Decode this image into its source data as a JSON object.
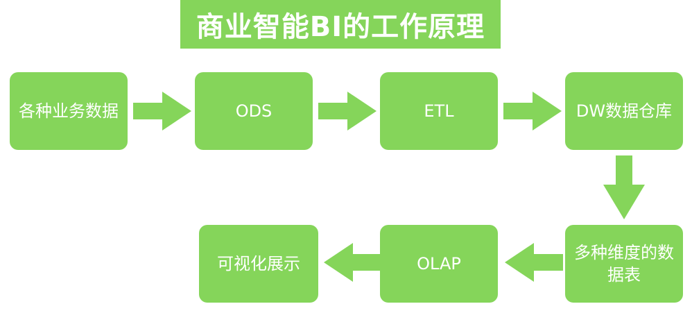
{
  "title": "商业智能BI的工作原理",
  "nodes": {
    "business_data": "各种业务数据",
    "ods": "ODS",
    "etl": "ETL",
    "dw": "DW数据仓库",
    "multidim_tables": "多种维度的数据表",
    "olap": "OLAP",
    "visualization": "可视化展示"
  },
  "colors": {
    "accent": "#85d55a",
    "text": "#ffffff",
    "background": "#ffffff"
  }
}
